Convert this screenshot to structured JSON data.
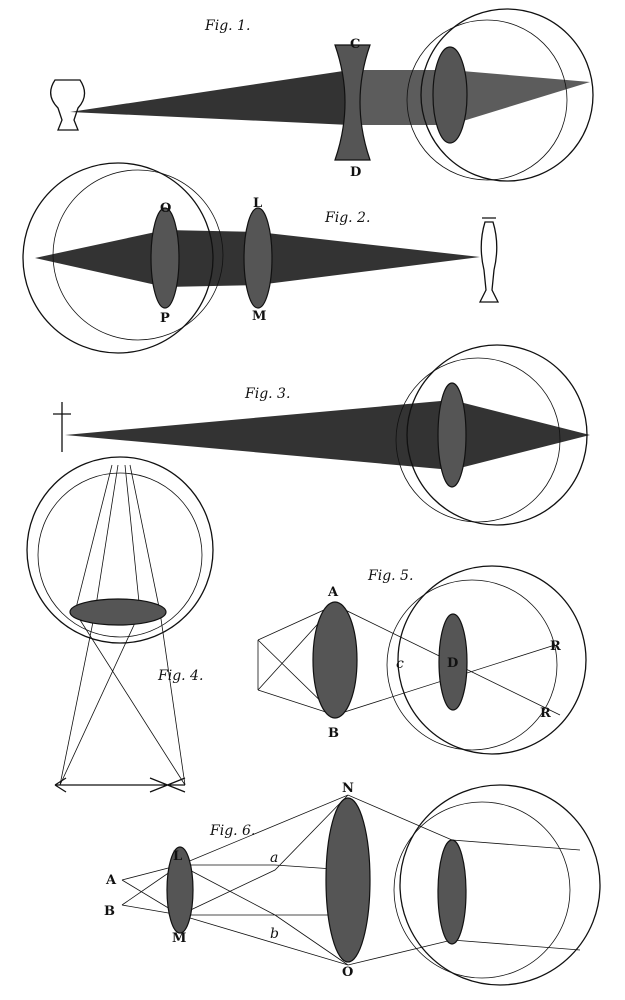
{
  "figures": {
    "fig1": {
      "title": "Fig. 1.",
      "labels": {
        "c": "C",
        "d": "D"
      }
    },
    "fig2": {
      "title": "Fig. 2.",
      "labels": {
        "o": "O",
        "p": "P",
        "l": "L",
        "m": "M"
      }
    },
    "fig3": {
      "title": "Fig. 3."
    },
    "fig4": {
      "title": "Fig. 4."
    },
    "fig5": {
      "title": "Fig. 5.",
      "labels": {
        "a": "A",
        "b": "B",
        "c": "c",
        "d": "D",
        "r1": "R",
        "r2": "R"
      }
    },
    "fig6": {
      "title": "Fig. 6.",
      "labels": {
        "n": "N",
        "o": "O",
        "l": "L",
        "m": "M",
        "a_upper": "A",
        "b_upper": "B",
        "a_lower": "a",
        "b_lower": "b"
      }
    }
  },
  "colors": {
    "ink": "#111111",
    "paper": "#ffffff"
  }
}
